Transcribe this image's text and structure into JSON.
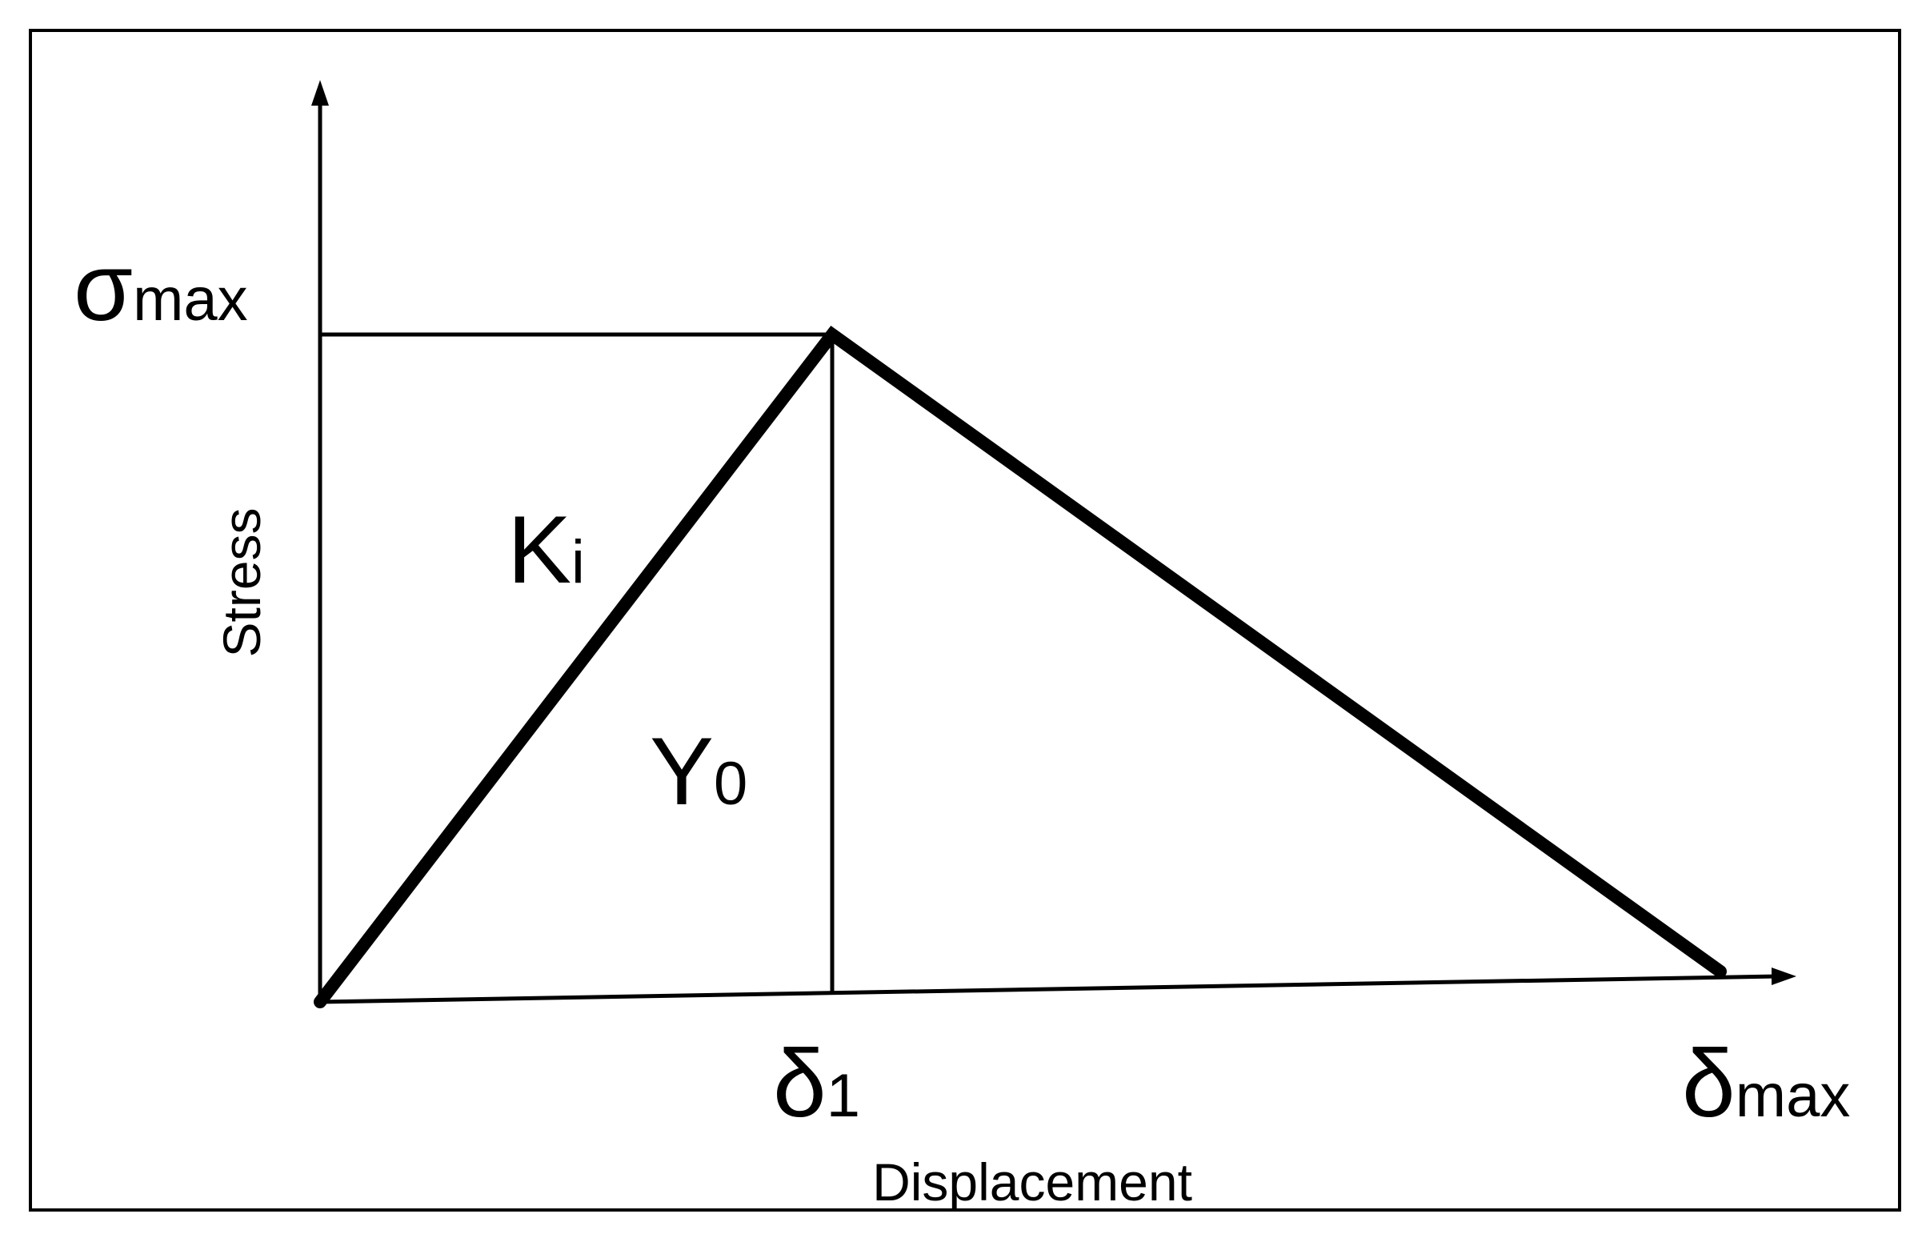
{
  "labels": {
    "sigma_max": {
      "symbol": "σ",
      "sub": "max"
    },
    "k_i": {
      "symbol": "K",
      "sub": "i"
    },
    "y_0": {
      "symbol": "Y",
      "sub": "0"
    },
    "delta_1": {
      "symbol": "δ",
      "sub": "1"
    },
    "delta_max": {
      "symbol": "δ",
      "sub": "max"
    }
  },
  "axes": {
    "x_title": "Displacement",
    "y_title": "Stress"
  },
  "colors": {
    "line": "#000000",
    "background": "#ffffff"
  }
}
